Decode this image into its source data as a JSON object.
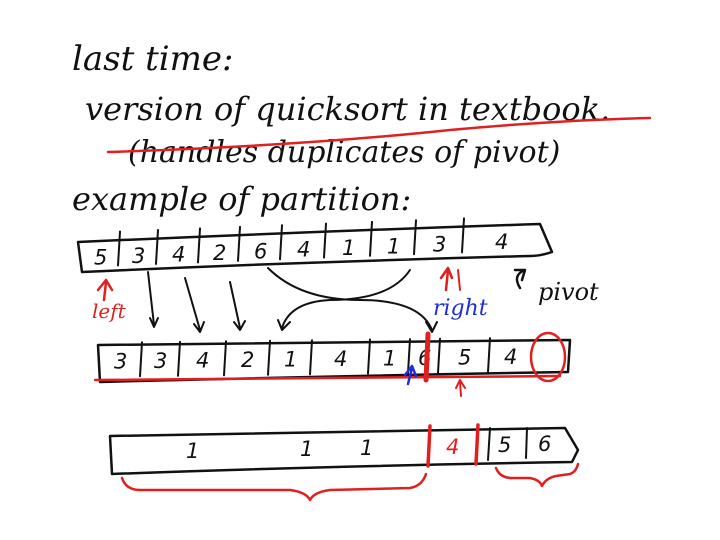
{
  "notes": {
    "line1": "last time:",
    "line2": "version of quicksort in textbook.",
    "line3": "(handles duplicates of pivot)",
    "line4": "example of partition:"
  },
  "array_initial": [
    "5",
    "3",
    "4",
    "2",
    "6",
    "4",
    "1",
    "1",
    "3",
    "4"
  ],
  "array_partitioned": [
    "3",
    "3",
    "4",
    "2",
    "1",
    "4",
    "1",
    "6",
    "5",
    "4"
  ],
  "array_final": {
    "left_marks": [
      "1",
      "1",
      "1"
    ],
    "pivot": "4",
    "right": [
      "5",
      "6"
    ]
  },
  "labels": {
    "left": "left",
    "right": "right",
    "pivot": "pivot"
  },
  "colors": {
    "ink": "#111111",
    "red": "#e02020",
    "blue": "#1f2fd6"
  }
}
